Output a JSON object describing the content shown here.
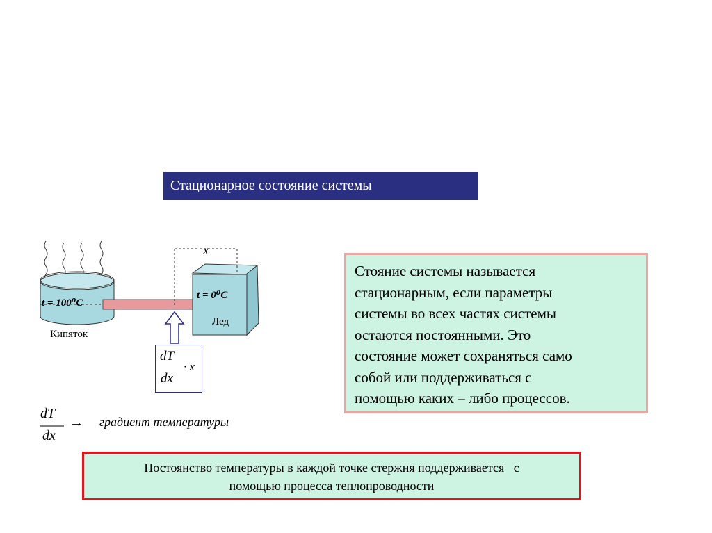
{
  "title": "Стационарное состояние системы",
  "definition_lines": [
    "Стояние системы называется",
    "стационарным, если параметры",
    "системы во всех частях системы",
    "остаются постоянными. Это",
    "состояние может сохраняться само",
    "собой или поддерживаться с",
    "помощью каких – либо процессов."
  ],
  "diagram": {
    "boiling_temp": "t = 100⁰C",
    "boiling_label": "Кипяток",
    "ice_temp": "t = 0⁰C",
    "ice_label": "Лед",
    "x_label": "x",
    "frac_num": "dT",
    "frac_den": "dx",
    "frac_mult": "· x"
  },
  "gradient": {
    "num": "dT",
    "den": "dx",
    "arrow": "→",
    "label": "градиент температуры"
  },
  "bottom_lines": [
    "Постоянство температуры в каждой точке стержня поддерживается   с",
    "помощью процесса теплопроводности"
  ],
  "colors": {
    "title_bg": "#2b2f82",
    "box_bg": "#cdf3e3",
    "def_border": "#e8a7a3",
    "bottom_border": "#e0141d",
    "liquid": "#a8d8e0",
    "ice": "#a8d8e0",
    "rod": "#e8999c"
  }
}
